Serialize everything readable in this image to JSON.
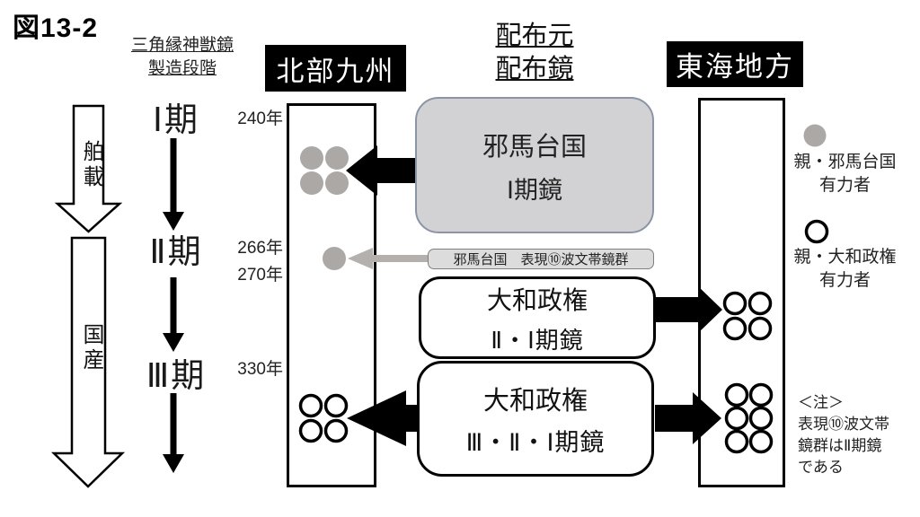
{
  "title": "図13-2",
  "subtitle": {
    "line1": "三角縁神獣鏡",
    "line2": "製造段階"
  },
  "center_header": {
    "line1": "配布元",
    "line2": "配布鏡"
  },
  "columns": {
    "left": "北部九州",
    "right": "東海地方"
  },
  "timeline": {
    "imported": "舶載",
    "domestic": "国産",
    "period1": "Ⅰ期",
    "period2": "Ⅱ期",
    "period3": "Ⅲ期",
    "year1": "240年",
    "year2": "266年",
    "year3": "270年",
    "year4": "330年"
  },
  "boxes": {
    "yamatai": {
      "line1": "邪馬台国",
      "line2": "Ⅰ期鏡"
    },
    "wave": {
      "text": "邪馬台国　表現⑩波文帯鏡群"
    },
    "yamato21": {
      "line1": "大和政権",
      "line2": "Ⅱ・Ⅰ期鏡"
    },
    "yamato321": {
      "line1": "大和政権",
      "line2": "Ⅲ・Ⅱ・Ⅰ期鏡"
    }
  },
  "legend": {
    "gray": {
      "line1": "親・邪馬台国",
      "line2": "有力者"
    },
    "white": {
      "line1": "親・大和政権",
      "line2": "有力者"
    }
  },
  "note": {
    "line1": "＜注＞",
    "line2": "表現⑩波文帯",
    "line3": "鏡群はⅡ期鏡",
    "line4": "である"
  },
  "colors": {
    "mirror_gray": "#aba8a5",
    "arrow_gray": "#b3b0ad",
    "big_box_fill": "#d2d2d4",
    "big_box_border": "#8b95a5",
    "small_box_fill": "#dcdcdc",
    "small_box_border": "#7f7f7f",
    "black": "#000000"
  }
}
